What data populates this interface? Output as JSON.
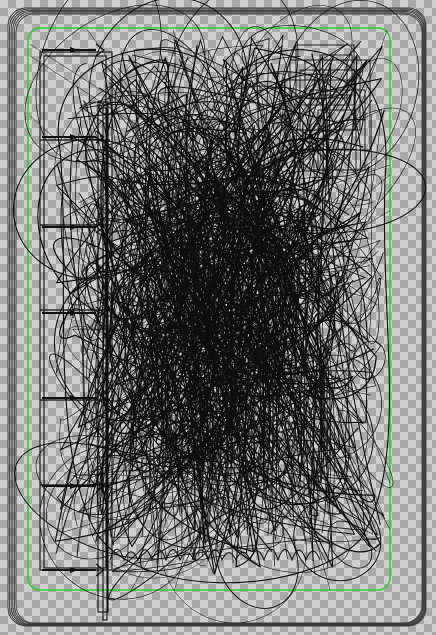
{
  "canvas": {
    "kind": "vector-scribble-preview",
    "colors": {
      "checker_light": "#cfcfcf",
      "checker_dark": "#a9a9a9",
      "frame_stroke": "#3a3a3a",
      "selection_stroke": "#2fd02f",
      "scribble_stroke": "#0e0e0e"
    }
  },
  "selection": {
    "shape": "rounded-rectangle"
  },
  "arrows": {
    "count": 7
  },
  "scribble": {
    "style": "dense overlapping loops"
  }
}
